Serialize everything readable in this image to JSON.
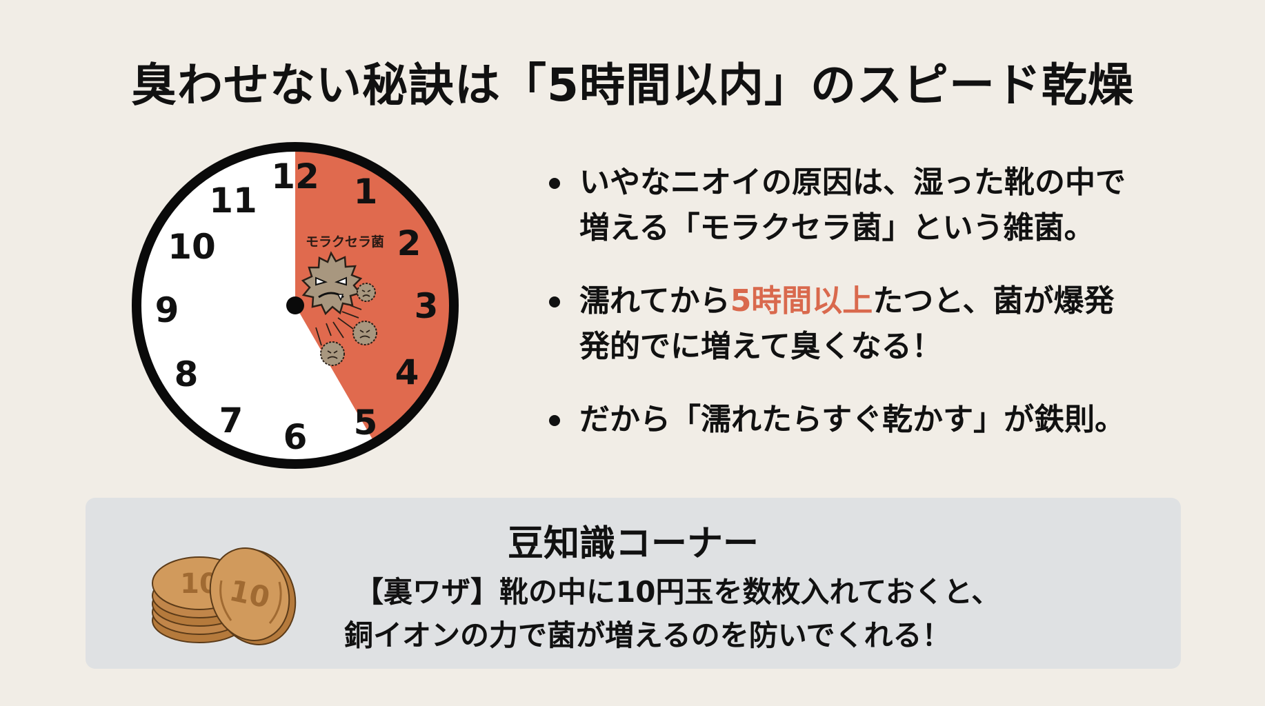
{
  "title": "臭わせない秘訣は「5時間以内」のスピード乾燥",
  "clock": {
    "numbers": [
      "12",
      "1",
      "2",
      "3",
      "4",
      "5",
      "6",
      "7",
      "8",
      "9",
      "10",
      "11"
    ],
    "highlight_from_hour": 0,
    "highlight_to_hour": 5,
    "highlight_color": "#e06a4e",
    "bacteria_label": "モラクセラ菌",
    "bacteria_icon": "angry-germ-icon"
  },
  "bullets": [
    {
      "line1": "いやなニオイの原因は、湿った靴の中で",
      "line2": "増える「モラクセラ菌」という雑菌。"
    },
    {
      "line1_pre": "濡れてから",
      "line1_highlight": "5時間以上",
      "line1_post": "たつと、菌が爆発",
      "line2": "発的でに増えて臭くなる！",
      "highlight_color": "#d9694d"
    },
    {
      "line1": "だから「濡れたらすぐ乾かす」が鉄則。"
    }
  ],
  "tip": {
    "title": "豆知識コーナー",
    "line1": "【裏ワザ】靴の中に10円玉を数枚入れておくと、",
    "line2": "銅イオンの力で菌が増えるのを防いでくれる！",
    "icon": "coin-stack-icon",
    "coin_label": "10"
  },
  "colors": {
    "background": "#f1ede6",
    "accent": "#e06a4e",
    "tip_box": "#dfe1e3"
  }
}
